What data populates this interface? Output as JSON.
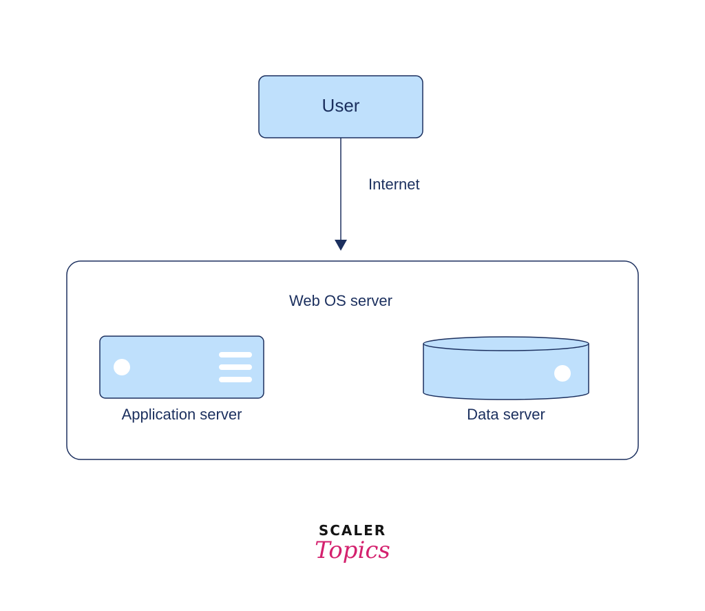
{
  "nodes": {
    "user": "User",
    "web_os_server": "Web OS server",
    "application_server": "Application server",
    "data_server": "Data server"
  },
  "edges": {
    "user_to_server": "Internet"
  },
  "logo": {
    "line1": "SCALER",
    "line2": "Topics"
  },
  "colors": {
    "node_fill": "#bfe0fc",
    "stroke": "#1b2f5e",
    "logo_accent": "#d4216e"
  }
}
